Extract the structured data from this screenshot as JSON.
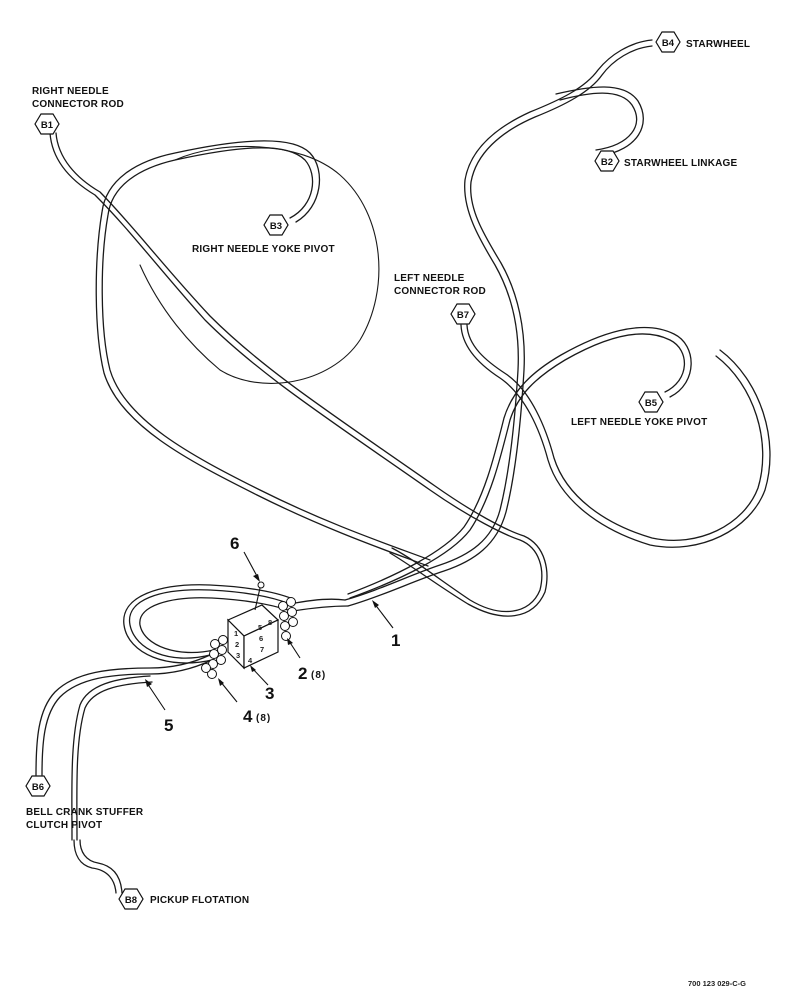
{
  "labels": {
    "b1_l1": "RIGHT NEEDLE",
    "b1_l2": "CONNECTOR ROD",
    "b3": "RIGHT NEEDLE YOKE PIVOT",
    "b4": "STARWHEEL",
    "b2": "STARWHEEL LINKAGE",
    "b7_l1": "LEFT NEEDLE",
    "b7_l2": "CONNECTOR ROD",
    "b5": "LEFT NEEDLE YOKE PIVOT",
    "b6_l1": "BELL CRANK STUFFER",
    "b6_l2": "CLUTCH PIVOT",
    "b8": "PICKUP FLOTATION"
  },
  "hex": {
    "b1": "B1",
    "b2": "B2",
    "b3": "B3",
    "b4": "B4",
    "b5": "B5",
    "b6": "B6",
    "b7": "B7",
    "b8": "B8"
  },
  "callouts": {
    "c1": "1",
    "c2": "2",
    "c2_qty": "(8)",
    "c3": "3",
    "c4": "4",
    "c4_qty": "(8)",
    "c5": "5",
    "c6": "6"
  },
  "block_numbers": [
    "1",
    "2",
    "3",
    "4",
    "5",
    "6",
    "7",
    "8"
  ],
  "figure_code": "700 123 029-C-G"
}
